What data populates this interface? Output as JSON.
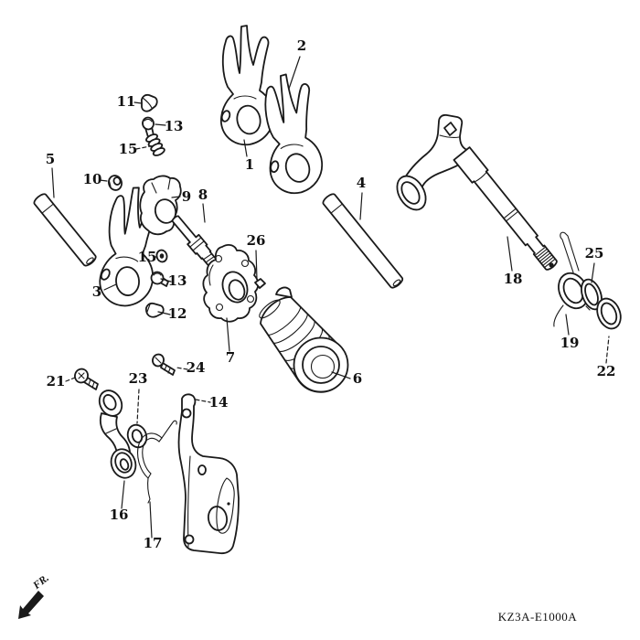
{
  "colors": {
    "background": "#ffffff",
    "line": "#1a1a1a",
    "text": "#111111"
  },
  "figure_code": "KZ3A-E1000A",
  "front_marker": "FR.",
  "callouts": [
    {
      "num": "1"
    },
    {
      "num": "2"
    },
    {
      "num": "3"
    },
    {
      "num": "4"
    },
    {
      "num": "5"
    },
    {
      "num": "6"
    },
    {
      "num": "7"
    },
    {
      "num": "8"
    },
    {
      "num": "9"
    },
    {
      "num": "10"
    },
    {
      "num": "11"
    },
    {
      "num": "12"
    },
    {
      "num": "13"
    },
    {
      "num": "13"
    },
    {
      "num": "14"
    },
    {
      "num": "15"
    },
    {
      "num": "15"
    },
    {
      "num": "16"
    },
    {
      "num": "17"
    },
    {
      "num": "18"
    },
    {
      "num": "19"
    },
    {
      "num": "21"
    },
    {
      "num": "22"
    },
    {
      "num": "23"
    },
    {
      "num": "24"
    },
    {
      "num": "25"
    },
    {
      "num": "26"
    }
  ]
}
